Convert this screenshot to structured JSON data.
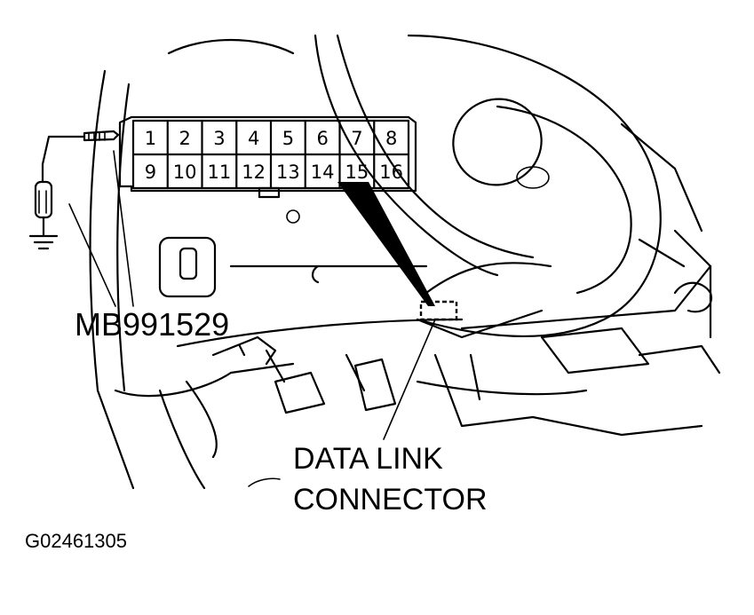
{
  "labels": {
    "tool": "MB991529",
    "connector_line1": "DATA LINK",
    "connector_line2": "CONNECTOR",
    "figure_id": "G02461305"
  },
  "connector_pins": {
    "top_row": [
      "1",
      "2",
      "3",
      "4",
      "5",
      "6",
      "7",
      "8"
    ],
    "bottom_row": [
      "9",
      "10",
      "11",
      "12",
      "13",
      "14",
      "15",
      "16"
    ]
  }
}
